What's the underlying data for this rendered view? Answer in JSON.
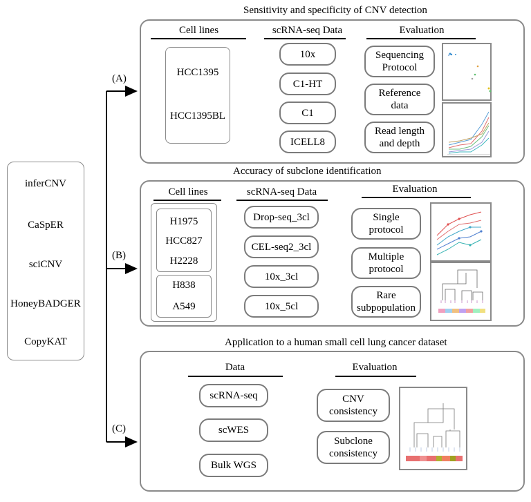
{
  "methods": [
    "inferCNV",
    "CaSpER",
    "sciCNV",
    "HoneyBADGER",
    "CopyKAT"
  ],
  "branches": {
    "a": "(A)",
    "b": "(B)",
    "c": "(C)"
  },
  "panel_a": {
    "title": "Sensitivity and specificity of CNV detection",
    "cell_head": "Cell lines",
    "cells": [
      "HCC1395",
      "HCC1395BL"
    ],
    "data_head": "scRNA-seq Data",
    "data": [
      "10x",
      "C1-HT",
      "C1",
      "ICELL8"
    ],
    "eval_head": "Evaluation",
    "eval": [
      "Sequencing Protocol",
      "Reference data",
      "Read length and depth"
    ]
  },
  "panel_b": {
    "title": "Accuracy of subclone identification",
    "cell_head": "Cell lines",
    "group1": [
      "H1975",
      "HCC827",
      "H2228"
    ],
    "group2": [
      "H838",
      "A549"
    ],
    "data_head": "scRNA-seq Data",
    "data": [
      "Drop-seq_3cl",
      "CEL-seq2_3cl",
      "10x_3cl",
      "10x_5cl"
    ],
    "eval_head": "Evaluation",
    "eval": [
      "Single protocol",
      "Multiple protocol",
      "Rare subpopulation"
    ]
  },
  "panel_c": {
    "title": "Application to a human small cell lung cancer dataset",
    "data_head": "Data",
    "data": [
      "scRNA-seq",
      "scWES",
      "Bulk WGS"
    ],
    "eval_head": "Evaluation",
    "eval": [
      "CNV consistency",
      "Subclone consistency"
    ]
  }
}
